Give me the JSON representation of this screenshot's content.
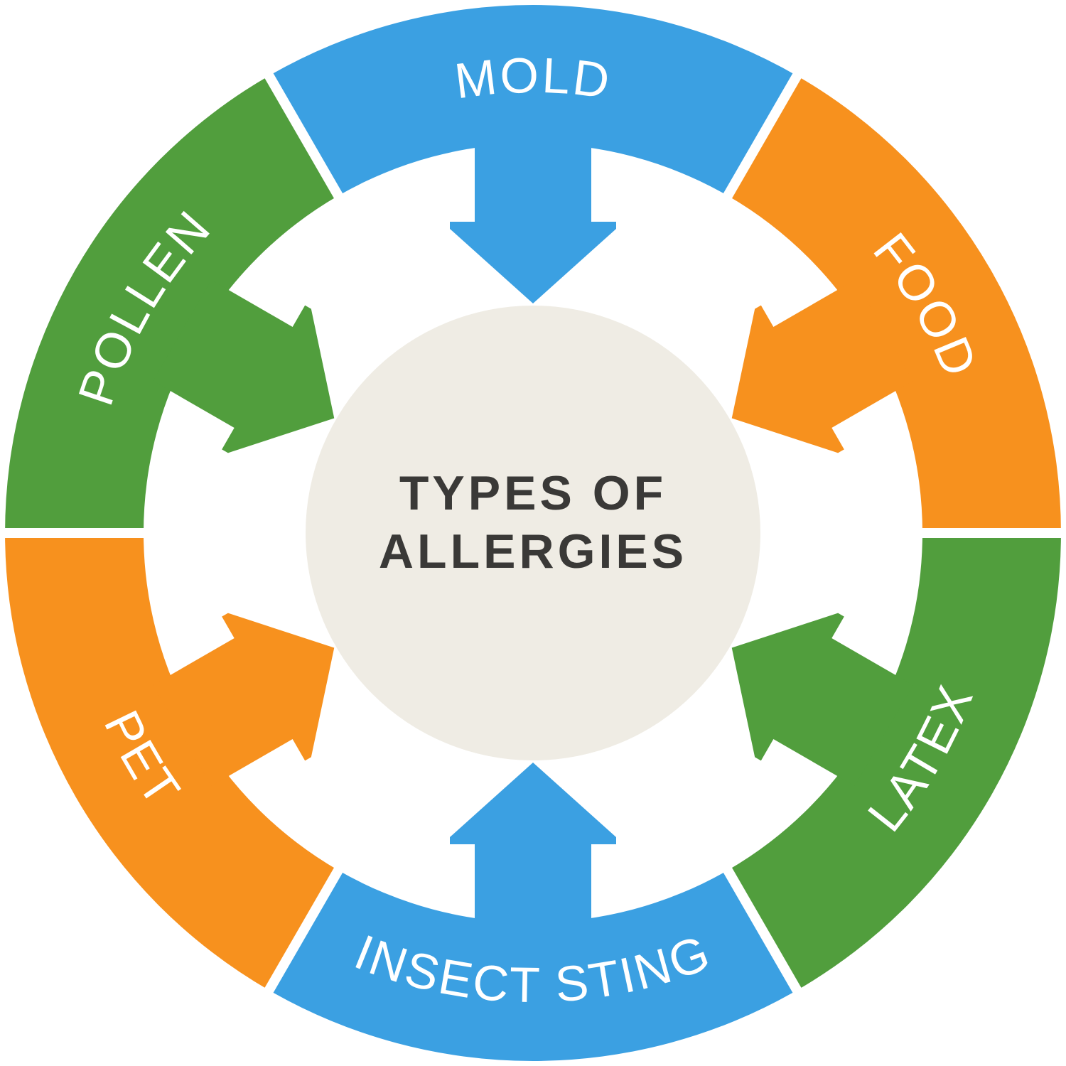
{
  "diagram": {
    "title": {
      "line1": "TYPES OF",
      "line2": "ALLERGIES",
      "text_color": "#3A3937",
      "circle_color": "#EFECE4"
    },
    "label_text_color": "#FFFFFF",
    "background_color": "#FFFFFF",
    "segments": [
      {
        "id": "mold",
        "label": "MOLD",
        "color": "#3BA0E2"
      },
      {
        "id": "food",
        "label": "FOOD",
        "color": "#F7911E"
      },
      {
        "id": "latex",
        "label": "LATEX",
        "color": "#519E3D"
      },
      {
        "id": "insect-sting",
        "label": "INSECT STING",
        "color": "#3BA0E2"
      },
      {
        "id": "pet",
        "label": "PET",
        "color": "#F7911E"
      },
      {
        "id": "pollen",
        "label": "POLLEN",
        "color": "#519E3D"
      }
    ]
  }
}
